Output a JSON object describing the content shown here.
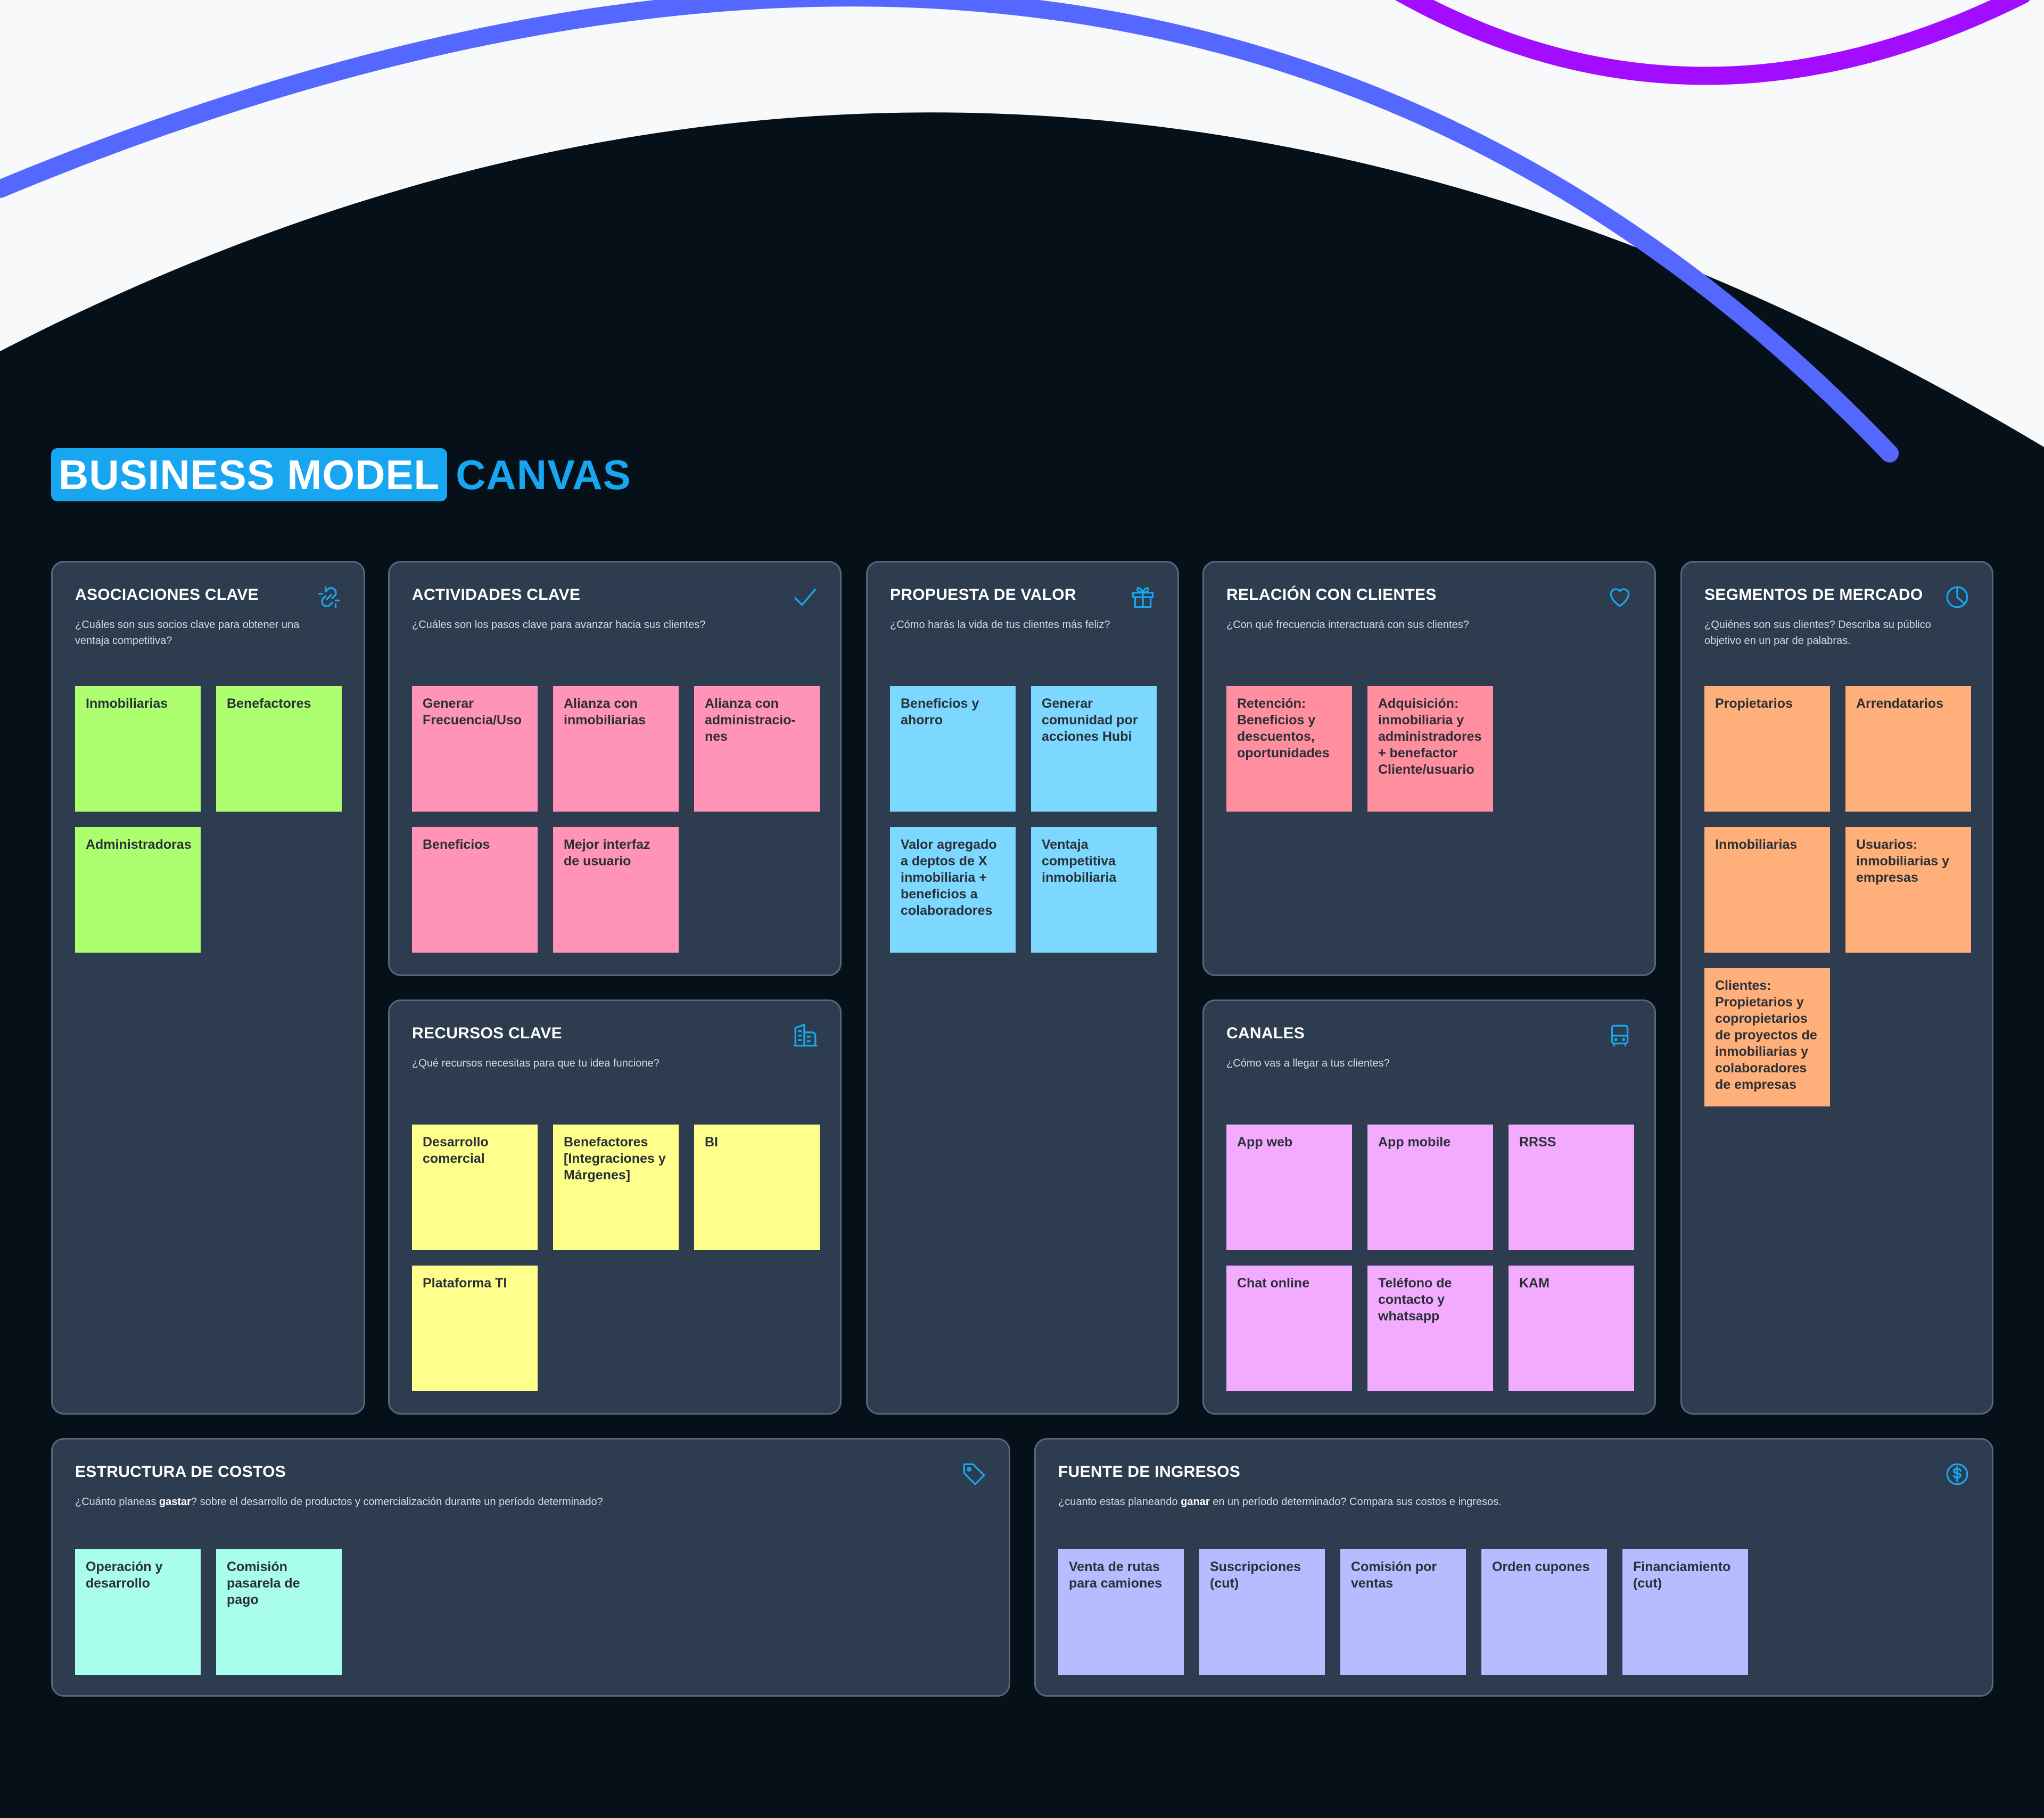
{
  "header": {
    "title_highlight": "BUSINESS MODEL",
    "title_rest": "CANVAS"
  },
  "colors": {
    "background_dark": "#061019",
    "background_light": "#f8f9fb",
    "arc_blue": "#5468ff",
    "arc_purple": "#a20cff",
    "accent": "#17a6ef",
    "panel": "#2d3c4f",
    "note_green": "#adff70",
    "note_pink": "#ff94b8",
    "note_blue": "#7dd8ff",
    "note_red": "#ff8e9e",
    "note_orange": "#ffb07a",
    "note_yellow": "#ffff8c",
    "note_violet": "#f2abff",
    "note_teal": "#a8fdeb",
    "note_periwinkle": "#b6bcff"
  },
  "panels": {
    "asociaciones": {
      "title": "ASOCIACIONES CLAVE",
      "subtitle": "¿Cuáles son sus socios clave para obtener una ventaja competitiva?",
      "icon": "link-icon",
      "notes": [
        "Inmobiliarias",
        "Benefactores",
        "Administradoras"
      ]
    },
    "actividades": {
      "title": "ACTIVIDADES CLAVE",
      "subtitle": "¿Cuáles son los pasos clave para avanzar hacia sus clientes?",
      "icon": "check-icon",
      "notes": [
        "Generar Frecuencia/Uso",
        "Alianza con inmobiliarias",
        "Alianza con administracio-nes",
        "Beneficios",
        "Mejor interfaz de usuario"
      ]
    },
    "recursos": {
      "title": "RECURSOS CLAVE",
      "subtitle": "¿Qué recursos necesitas para que tu idea funcione?",
      "icon": "buildings-icon",
      "notes": [
        "Desarrollo comercial",
        "Benefactores [Integraciones y Márgenes]",
        "BI",
        "Plataforma TI"
      ]
    },
    "propuesta": {
      "title": "PROPUESTA DE VALOR",
      "subtitle": "¿Cómo harás la vida de tus clientes más feliz?",
      "icon": "gift-icon",
      "notes": [
        "Beneficios y ahorro",
        "Generar comunidad por acciones Hubi",
        "Valor agregado a deptos de X inmobiliaria + beneficios a colaboradores",
        "Ventaja competitiva inmobiliaria"
      ]
    },
    "relacion": {
      "title": "RELACIÓN CON CLIENTES",
      "subtitle": "¿Con qué frecuencia interactuará con sus clientes?",
      "icon": "heart-icon",
      "notes": [
        "Retención: Beneficios y descuentos, oportunidades",
        "Adquisición: inmobiliaria y administradores + benefactor Cliente/usuario"
      ]
    },
    "canales": {
      "title": "CANALES",
      "subtitle": "¿Cómo vas a llegar a tus clientes?",
      "icon": "bus-icon",
      "notes": [
        "App web",
        "App mobile",
        "RRSS",
        "Chat online",
        "Teléfono de contacto y whatsapp",
        "KAM"
      ]
    },
    "segmentos": {
      "title": "SEGMENTOS DE MERCADO",
      "subtitle": "¿Quiénes son sus clientes? Describa su público objetivo en un par de palabras.",
      "icon": "pie-chart-icon",
      "notes": [
        "Propietarios",
        "Arrendatarios",
        "Inmobiliarias",
        "Usuarios: inmobiliarias y empresas",
        "Clientes: Propietarios y copropietarios de proyectos de inmobiliarias y colaboradores de empresas"
      ]
    },
    "costos": {
      "title": "ESTRUCTURA DE COSTOS",
      "subtitle_pre": "¿Cuánto planeas ",
      "subtitle_bold": "gastar",
      "subtitle_post": "? sobre el desarrollo de productos y comercialización durante un período determinado?",
      "icon": "tag-icon",
      "notes": [
        "Operación y desarrollo",
        "Comisión pasarela de pago"
      ]
    },
    "ingresos": {
      "title": "FUENTE DE INGRESOS",
      "subtitle_pre": "¿cuanto estas planeando ",
      "subtitle_bold": "ganar",
      "subtitle_post": " en un período determinado? Compara sus costos e ingresos.",
      "icon": "dollar-icon",
      "notes": [
        "Venta de rutas para camiones",
        "Suscripciones (cut)",
        "Comisión por ventas",
        "Orden cupones",
        "Financiamiento (cut)"
      ]
    }
  }
}
